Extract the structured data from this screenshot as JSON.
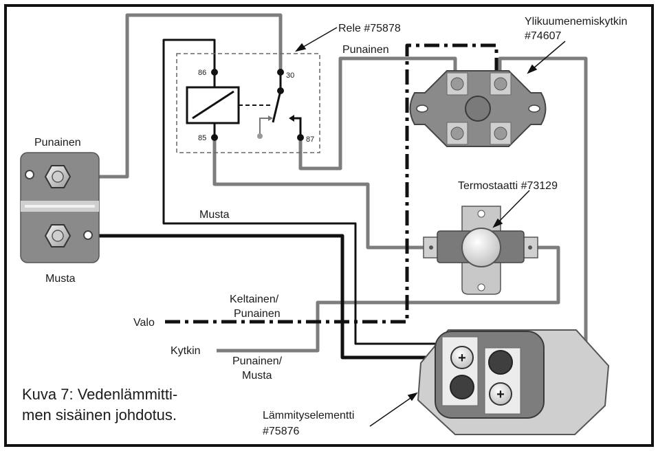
{
  "labels": {
    "relay": "Rele #75878",
    "overheat_line1": "Ylikuumenemiskytkin",
    "overheat_line2": "#74607",
    "punainen_top": "Punainen",
    "punainen_left": "Punainen",
    "musta_left": "Musta",
    "musta_mid": "Musta",
    "thermostat": "Termostaatti #73129",
    "yellow_line1": "Keltainen/",
    "yellow_line2": "Punainen",
    "valo": "Valo",
    "kytkin": "Kytkin",
    "redblack_line1": "Punainen/",
    "redblack_line2": "Musta",
    "caption_line1": "Kuva 7: Vedenlämmitti-",
    "caption_line2": "men sisäinen johdotus.",
    "element_line1": "Lämmityselementti",
    "element_line2": "#75876"
  },
  "pins": {
    "p86": "86",
    "p85": "85",
    "p30": "30",
    "p87": "87"
  },
  "terminals": {
    "plus_a": "+",
    "plus_b": "+"
  },
  "colors": {
    "wire_gray": "#7d7d7d",
    "wire_black": "#111111",
    "component_gray": "#8a8a8a",
    "component_light": "#d6d6d6"
  }
}
